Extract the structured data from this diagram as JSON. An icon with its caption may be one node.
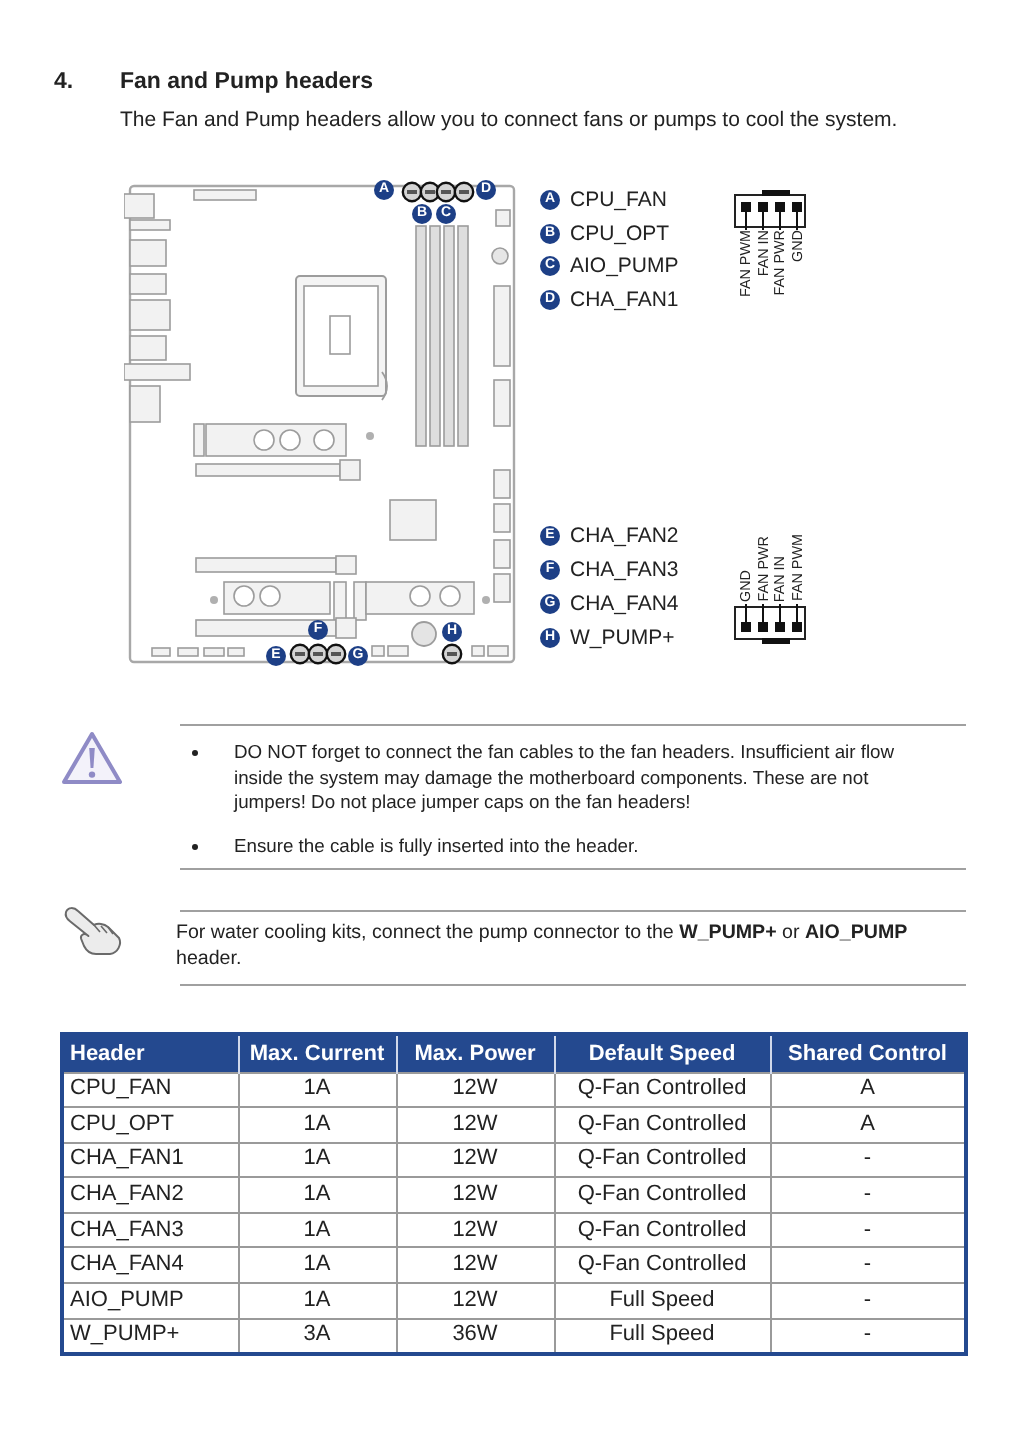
{
  "diagram": {
    "title": "Fan and Pump headers",
    "nodes": [
      {
        "text": [
          "A"
        ]
      },
      {
        "text": [
          "D"
        ]
      },
      {
        "text": [
          "B"
        ]
      },
      {
        "text": [
          "C"
        ]
      },
      {
        "text": [
          "F"
        ]
      },
      {
        "text": [
          "H"
        ]
      },
      {
        "text": [
          "E"
        ]
      },
      {
        "text": [
          "G"
        ]
      },
      {
        "text": [
          "A"
        ],
        "beside": [
          "CPU_FAN"
        ]
      },
      {
        "text": [
          "B"
        ],
        "beside": [
          "CPU_OPT"
        ]
      },
      {
        "text": [
          "C"
        ],
        "beside": [
          "AIO_PUMP"
        ]
      },
      {
        "text": [
          "D"
        ],
        "beside": [
          "CHA_FAN1"
        ]
      },
      {
        "text": [
          "E"
        ],
        "beside": [
          "CHA_FAN2"
        ]
      },
      {
        "text": [
          "F"
        ],
        "beside": [
          "CHA_FAN3"
        ]
      },
      {
        "text": [
          "G"
        ],
        "beside": [
          "CHA_FAN4"
        ]
      },
      {
        "text": [
          "H"
        ],
        "beside": [
          "W_PUMP+"
        ]
      }
    ],
    "labels": [
      "4.",
      "The Fan and Pump headers allow you to connect fans or pumps to cool the system.",
      "FAN PWM",
      "FAN IN",
      "FAN PWR",
      "GND",
      "GND",
      "FAN PWR",
      "FAN IN",
      "FAN PWM",
      "DO NOT forget to connect the fan cables to the fan headers. Insufficient air flow inside the system may damage the motherboard components. These are not jumpers! Do not place jumper caps on the fan headers!",
      "Ensure the cable is fully inserted into the header.",
      "For water cooling kits, connect the pump connector to the **W_PUMP+** or **AIO_PUMP** header.",
      "Header",
      "Max. Current",
      "Max. Power",
      "Default Speed",
      "Shared Control",
      "CPU_FAN",
      "1A",
      "12W",
      "Q-Fan Controlled",
      "A",
      "CPU_OPT",
      "1A",
      "12W",
      "Q-Fan Controlled",
      "A",
      "CHA_FAN1",
      "1A",
      "12W",
      "Q-Fan Controlled",
      "-",
      "CHA_FAN2",
      "1A",
      "12W",
      "Q-Fan Controlled",
      "-",
      "CHA_FAN3",
      "1A",
      "12W",
      "Q-Fan Controlled",
      "-",
      "CHA_FAN4",
      "1A",
      "12W",
      "Q-Fan Controlled",
      "-",
      "AIO_PUMP",
      "1A",
      "12W",
      "Full Speed",
      "-",
      "W_PUMP+",
      "3A",
      "36W",
      "Full Speed",
      "-"
    ]
  }
}
